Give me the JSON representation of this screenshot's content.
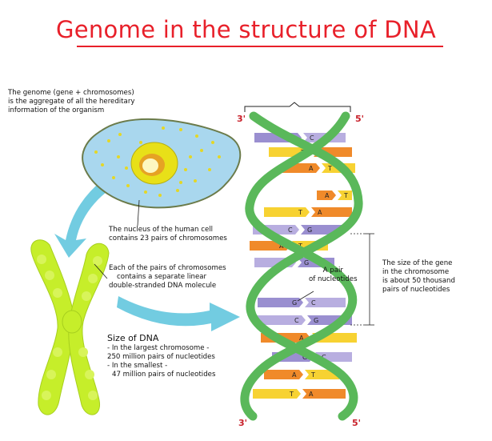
{
  "title": "Genome in the structure of DNA",
  "annotations": {
    "genome": [
      "The genome (gene + chromosomes)",
      "is the aggregate of all the hereditary",
      "information of the organism"
    ],
    "nucleus": [
      "The nucleus of the human cell",
      "contains 23 pairs of chromosomes"
    ],
    "pairs": [
      "Each of the pairs of chromosomes",
      "contains a separate linear",
      "double-stranded DNA molecule"
    ],
    "nucleotide_pair": [
      "A pair",
      "of nucleotides"
    ],
    "gene_size": [
      "The size of the gene",
      "in the chromosome",
      "is about 50 thousand",
      "pairs of nucleotides"
    ],
    "dna_size_title": "Size of DNA",
    "dna_size_lines": [
      "- In the largest chromosome -",
      "250 million pairs of nucleotides",
      "- In the smallest -",
      "47 million pairs of nucleotides"
    ]
  },
  "strand_ends": {
    "top_left": "3'",
    "top_right": "5'",
    "bottom_left": "3'",
    "bottom_right": "5'"
  },
  "base_pairs": [
    [
      "G",
      "C"
    ],
    [
      "T",
      "A"
    ],
    [
      "A",
      "T"
    ],
    [
      "A",
      "T"
    ],
    [
      "T",
      "A"
    ],
    [
      "C",
      "G"
    ],
    [
      "A",
      "T"
    ],
    [
      "C",
      "G"
    ],
    [
      "G",
      "C"
    ],
    [
      "C",
      "G"
    ],
    [
      "A",
      "T"
    ],
    [
      "G",
      "C"
    ],
    [
      "A",
      "T"
    ],
    [
      "T",
      "A"
    ]
  ],
  "colors": {
    "title": "#e8202a",
    "strand": "#5ab85a",
    "G": "#9a8fd0",
    "C": "#b8aee0",
    "A": "#f08a2a",
    "T": "#f7d232",
    "cell_membrane": "#6b7b4a",
    "cell_fill": "#a9d7ee",
    "nucleus": "#e8e018",
    "chromosome": "#c6ee2a",
    "arrow": "#6ac9df"
  }
}
